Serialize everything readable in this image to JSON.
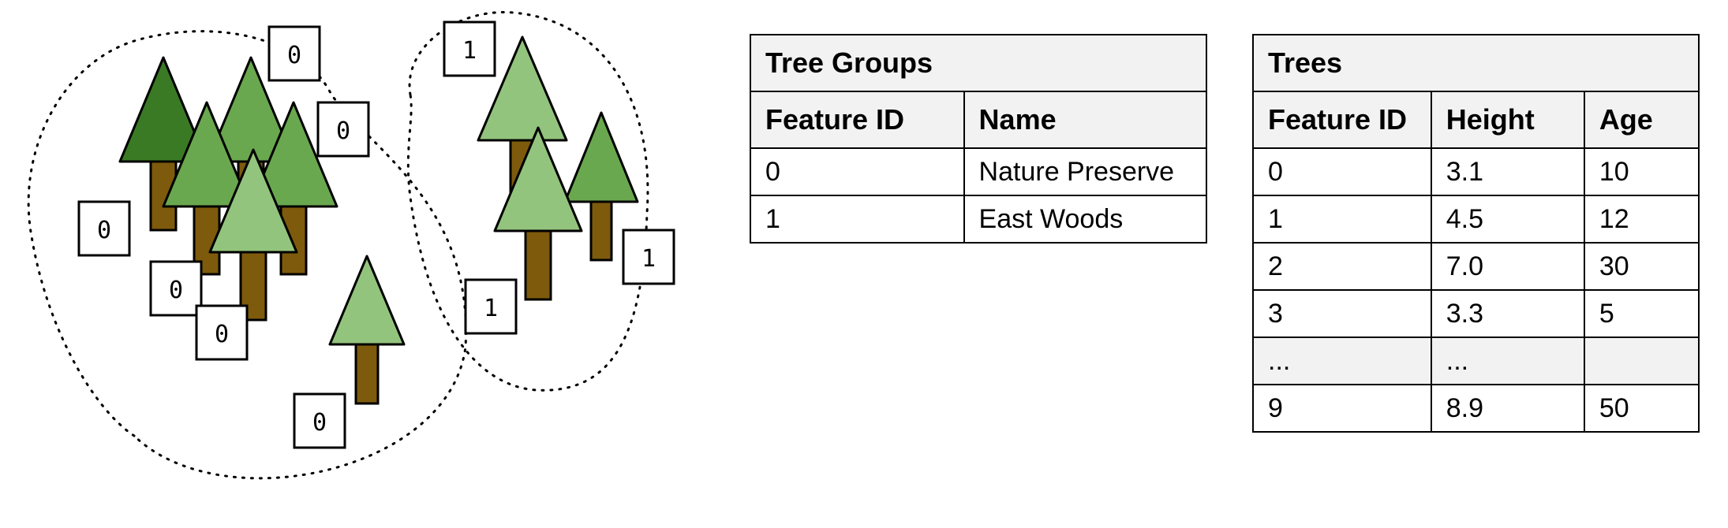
{
  "colors": {
    "trunk": "#7d5a0c",
    "dark_green": "#3a7a25",
    "mid_green": "#6aa84f",
    "light_green": "#93c47d",
    "outline": "#000000"
  },
  "feature_labels": {
    "group0": [
      "0",
      "0",
      "0",
      "0",
      "0",
      "0"
    ],
    "group1": [
      "1",
      "1",
      "1"
    ]
  },
  "tree_groups_table": {
    "title": "Tree Groups",
    "headers": [
      "Feature ID",
      "Name"
    ],
    "rows": [
      [
        "0",
        "Nature Preserve"
      ],
      [
        "1",
        "East Woods"
      ]
    ]
  },
  "trees_table": {
    "title": "Trees",
    "headers": [
      "Feature ID",
      "Height",
      "Age"
    ],
    "rows": [
      [
        "0",
        "3.1",
        "10"
      ],
      [
        "1",
        "4.5",
        "12"
      ],
      [
        "2",
        "7.0",
        "30"
      ],
      [
        "3",
        "3.3",
        "5"
      ],
      [
        "...",
        "...",
        ""
      ],
      [
        "9",
        "8.9",
        "50"
      ]
    ]
  }
}
